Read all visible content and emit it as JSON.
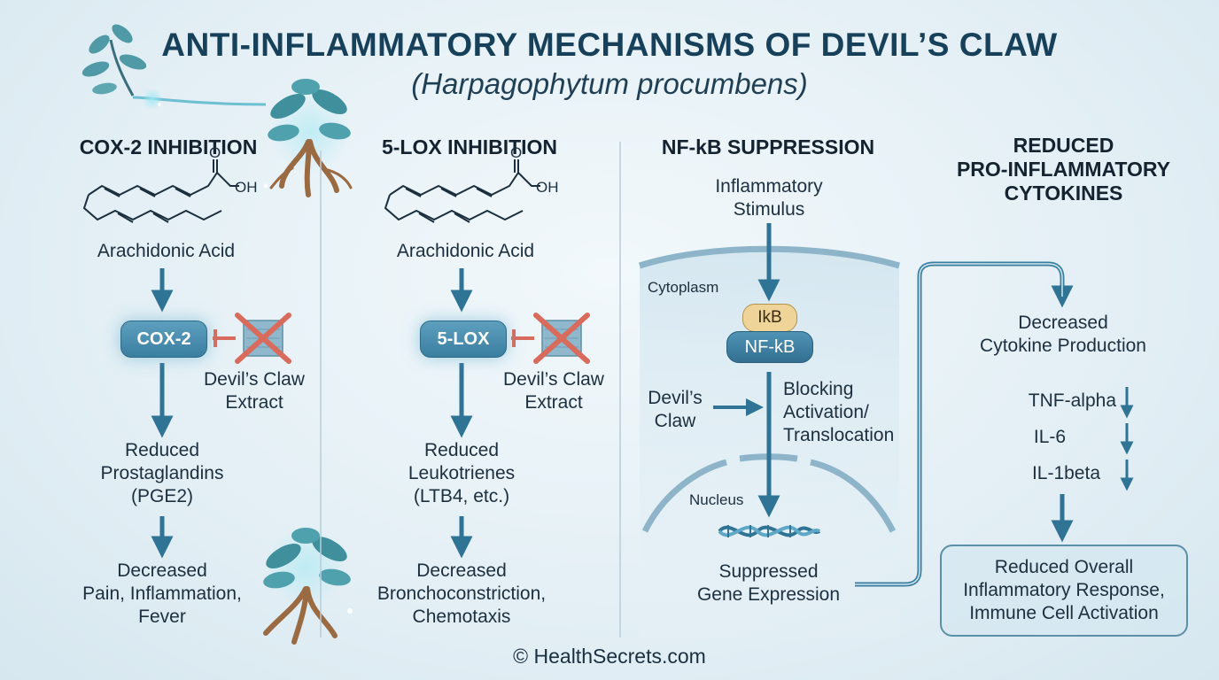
{
  "title": "ANTI-INFLAMMATORY MECHANISMS OF DEVIL’S CLAW",
  "subtitle": "(Harpagophytum procumbens)",
  "columns": {
    "cox": {
      "heading": "COX-2 INHIBITION",
      "oh_label": "OH",
      "o_label": "O",
      "substrate": "Arachidonic Acid",
      "enzyme": "COX-2",
      "inhibitor_line1": "Devil’s Claw",
      "inhibitor_line2": "Extract",
      "product_line1": "Reduced",
      "product_line2": "Prostaglandins",
      "product_line3": "(PGE2)",
      "effect_line1": "Decreased",
      "effect_line2": "Pain, Inflammation,",
      "effect_line3": "Fever"
    },
    "lox": {
      "heading": "5-LOX INHIBITION",
      "oh_label": "OH",
      "o_label": "O",
      "substrate": "Arachidonic Acid",
      "enzyme": "5-LOX",
      "inhibitor_line1": "Devil’s Claw",
      "inhibitor_line2": "Extract",
      "product_line1": "Reduced",
      "product_line2": "Leukotrienes",
      "product_line3": "(LTB4, etc.)",
      "effect_line1": "Decreased",
      "effect_line2": "Bronchoconstriction,",
      "effect_line3": "Chemotaxis"
    },
    "nfkb": {
      "heading": "NF-kB SUPPRESSION",
      "stimulus_line1": "Inflammatory",
      "stimulus_line2": "Stimulus",
      "cytoplasm": "Cytoplasm",
      "ikb": "IkB",
      "nfkb": "NF-kB",
      "agent_line1": "Devil’s",
      "agent_line2": "Claw",
      "block_line1": "Blocking",
      "block_line2": "Activation/",
      "block_line3": "Translocation",
      "nucleus": "Nucleus",
      "result_line1": "Suppressed",
      "result_line2": "Gene Expression"
    },
    "cytokines": {
      "heading_line1": "REDUCED",
      "heading_line2": "PRO-INFLAMMATORY",
      "heading_line3": "CYTOKINES",
      "decreased_line1": "Decreased",
      "decreased_line2": "Cytokine Production",
      "items": [
        "TNF-alpha",
        "IL-6",
        "IL-1beta"
      ],
      "final_line1": "Reduced Overall",
      "final_line2": "Inflammatory Response,",
      "final_line3": "Immune Cell Activation"
    }
  },
  "footer": "© HealthSecrets.com",
  "colors": {
    "title": "#17405a",
    "enzyme": "#3a7ea0",
    "arrow": "#3a7ea0",
    "inhibit_cross": "#d96b5c",
    "ikb": "#efd49a"
  }
}
